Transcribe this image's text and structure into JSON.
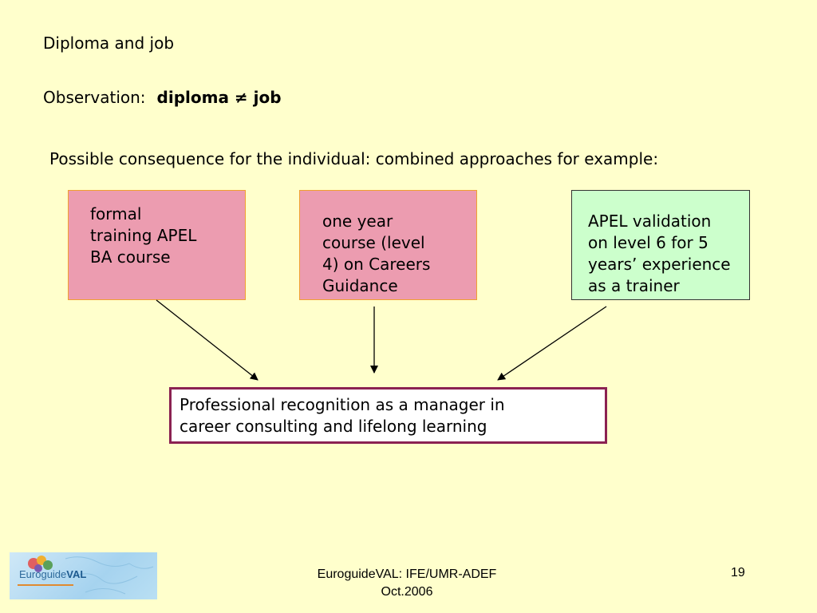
{
  "slide": {
    "title": "Diploma and job",
    "observation_label": "Observation:",
    "observation_value": "diploma ≠ job",
    "intro": "Possible consequence for the individual: combined approaches for example:"
  },
  "boxes": [
    {
      "lines": [
        "formal",
        "training APEL",
        "BA course"
      ]
    },
    {
      "lines": [
        "one year",
        "course (level",
        "4) on Careers",
        "Guidance"
      ]
    },
    {
      "lines": [
        "APEL validation",
        "on level 6 for 5",
        "years’ experience",
        "as a trainer"
      ]
    }
  ],
  "result": {
    "lines": [
      "Professional recognition as a manager in",
      "career consulting and lifelong learning"
    ]
  },
  "footer": {
    "logo_text_a": "Euroguide",
    "logo_text_b": "VAL",
    "line1": "EuroguideVAL: IFE/UMR-ADEF",
    "line2": "Oct.2006",
    "page_number": "19"
  },
  "colors": {
    "background": "#ffffcc",
    "pink_box": "#ec9cb0",
    "green_box": "#ccffcc",
    "result_border": "#8b2252"
  }
}
